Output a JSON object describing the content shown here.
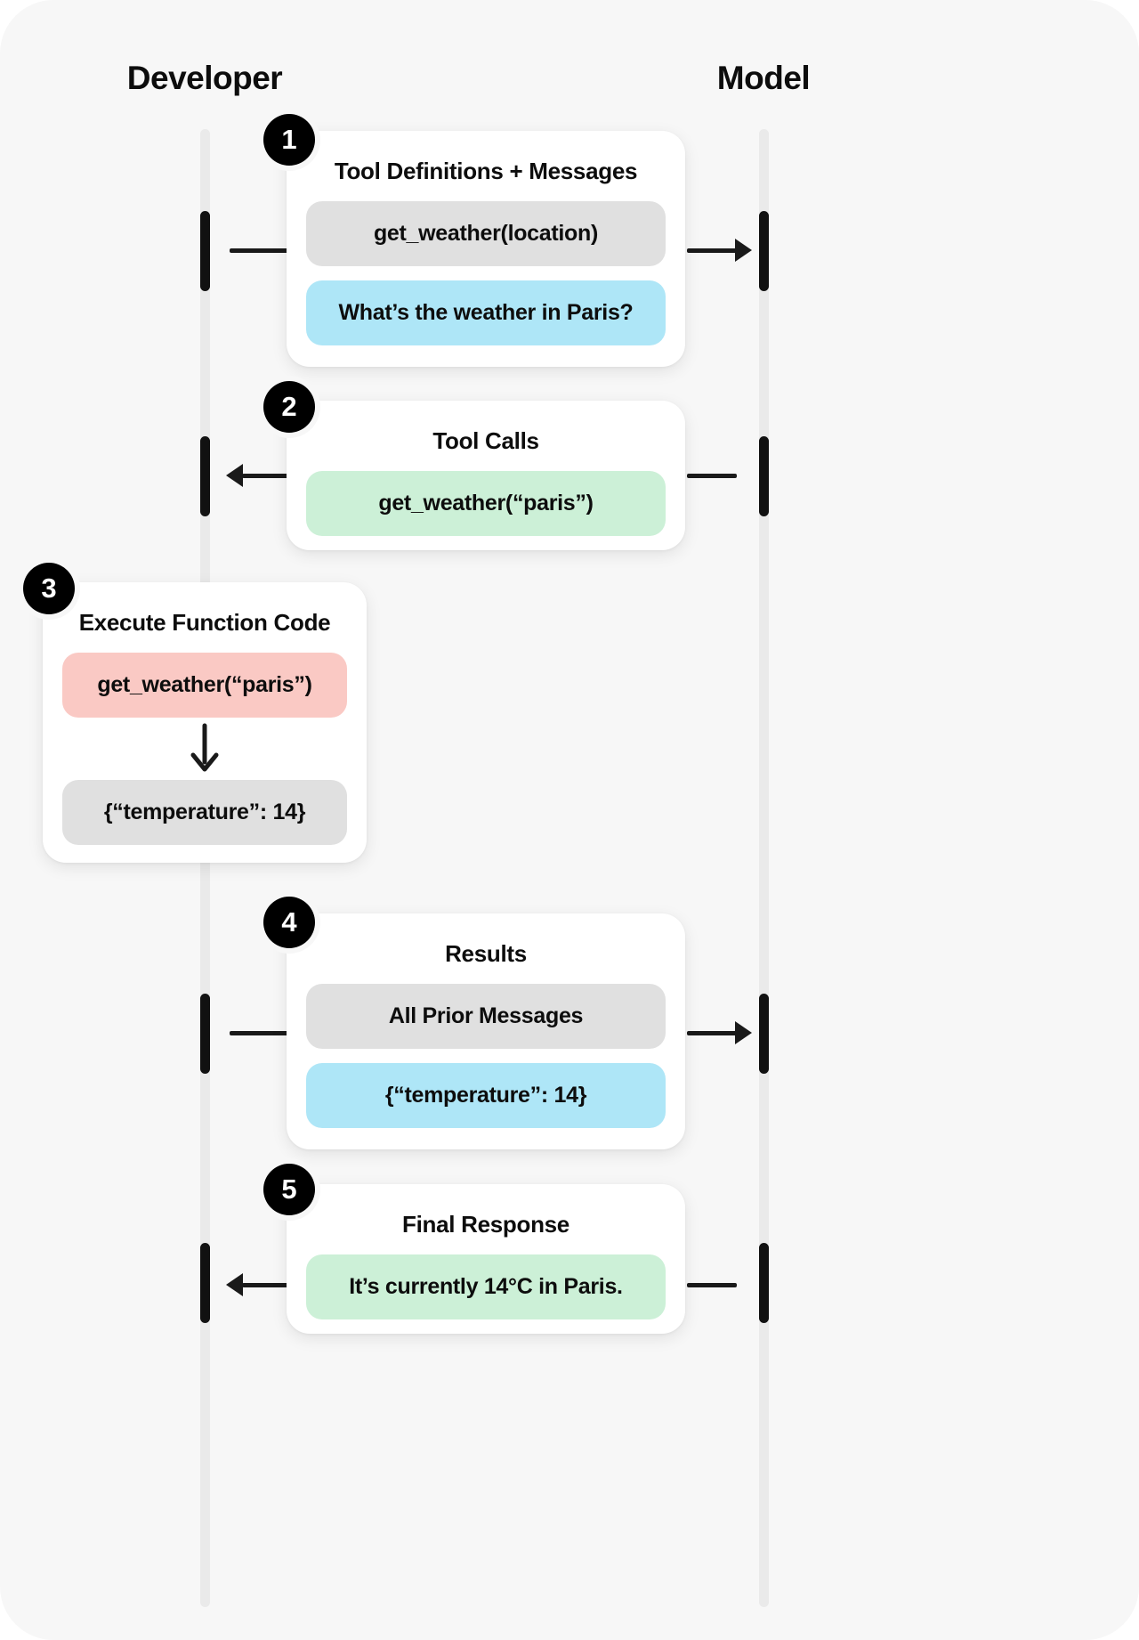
{
  "actors": {
    "left": "Developer",
    "right": "Model"
  },
  "colors": {
    "canvas_bg": "#F7F7F7",
    "lifeline": "#EAEAEA",
    "activation": "#111111",
    "badge": "#000000",
    "pill_gray": "#E0E0E0",
    "pill_blue": "#AEE6F7",
    "pill_green": "#CCF0D7",
    "pill_pink": "#FAC9C4"
  },
  "steps": [
    {
      "number": "1",
      "title": "Tool Definitions + Messages",
      "direction": "developer-to-model",
      "pills": [
        {
          "text": "get_weather(location)",
          "color": "gray"
        },
        {
          "text": "What’s the weather in Paris?",
          "color": "blue"
        }
      ]
    },
    {
      "number": "2",
      "title": "Tool Calls",
      "direction": "model-to-developer",
      "pills": [
        {
          "text": "get_weather(“paris”)",
          "color": "green"
        }
      ]
    },
    {
      "number": "3",
      "title": "Execute Function Code",
      "direction": "local",
      "pills": [
        {
          "text": "get_weather(“paris”)",
          "color": "pink"
        },
        {
          "text": "{“temperature”: 14}",
          "color": "gray"
        }
      ],
      "arrow_between": "down-arrow"
    },
    {
      "number": "4",
      "title": "Results",
      "direction": "developer-to-model",
      "pills": [
        {
          "text": "All Prior Messages",
          "color": "gray"
        },
        {
          "text": "{“temperature”: 14}",
          "color": "blue"
        }
      ]
    },
    {
      "number": "5",
      "title": "Final Response",
      "direction": "model-to-developer",
      "pills": [
        {
          "text": "It’s currently 14°C in Paris.",
          "color": "green"
        }
      ]
    }
  ]
}
